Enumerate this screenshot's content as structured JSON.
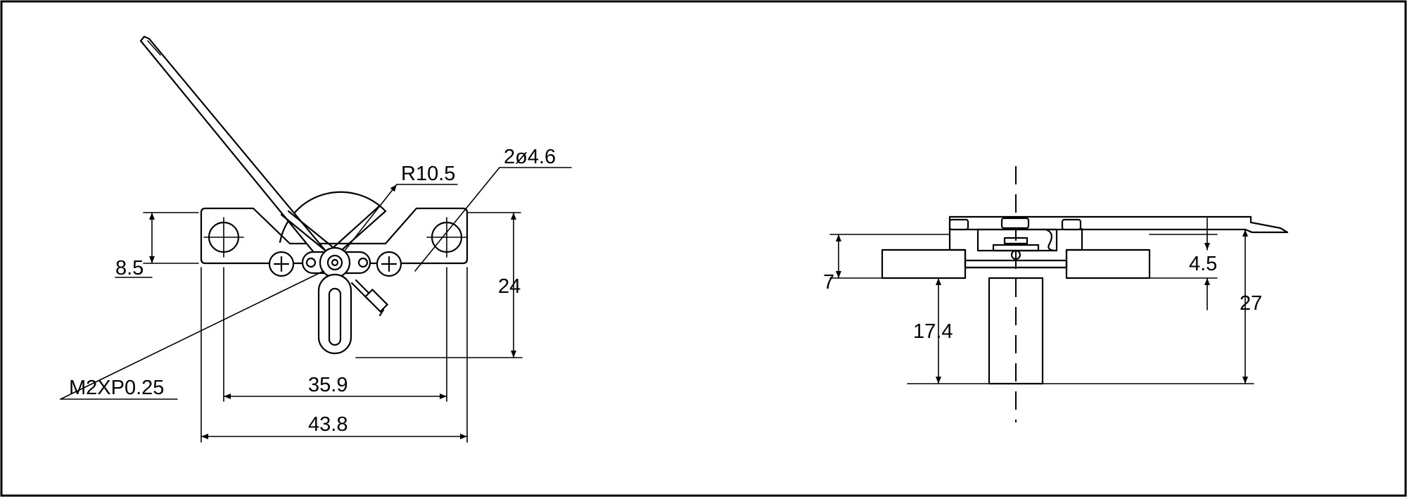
{
  "front_view": {
    "dim_radius": "R10.5",
    "dim_holes": "2ø4.6",
    "dim_offset": "8.5",
    "dim_height": "24",
    "dim_hole_spacing": "35.9",
    "dim_width": "43.8",
    "dim_thread": "M2XP0.25"
  },
  "side_view": {
    "dim_flange": "7",
    "dim_shaft": "17.4",
    "dim_top": "4.5",
    "dim_total": "27"
  }
}
